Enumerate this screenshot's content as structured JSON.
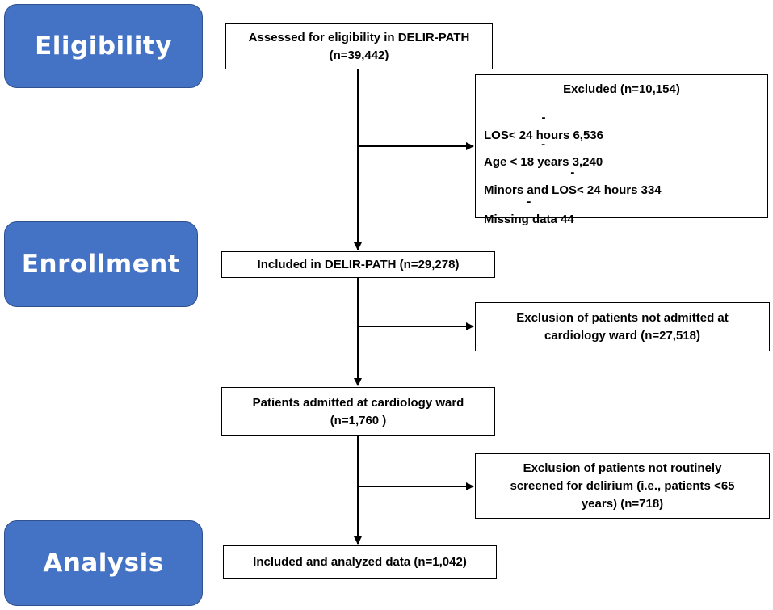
{
  "stages": {
    "eligibility": "Eligibility",
    "enrollment": "Enrollment",
    "analysis": "Analysis"
  },
  "boxes": {
    "assessed": {
      "line1": "Assessed for eligibility in DELIR-PATH",
      "line2": "(n=39,442)"
    },
    "excluded": {
      "title": "Excluded (n=10,154)",
      "items": [
        {
          "bullet": "-",
          "text": "LOS< 24 hours 6,536"
        },
        {
          "bullet": "-",
          "text": "Age < 18 years 3,240"
        },
        {
          "bullet": "-",
          "text": "Minors and LOS< 24 hours 334"
        },
        {
          "bullet": "-",
          "text": "Missing data 44"
        }
      ]
    },
    "included": {
      "line1": "Included in DELIR-PATH (n=29,278)"
    },
    "exclusion_cardiology": {
      "line1": "Exclusion of patients not admitted at",
      "line2": "cardiology ward (n=27,518)"
    },
    "admitted_cardiology": {
      "line1": "Patients admitted at cardiology ward",
      "line2": "(n=1,760 )"
    },
    "exclusion_screening": {
      "line1": "Exclusion of patients not routinely",
      "line2": "screened for delirium (i.e., patients <65",
      "line3": "years) (n=718)"
    },
    "analyzed": {
      "line1": "Included and analyzed data (n=1,042)"
    }
  },
  "colors": {
    "stage_fill": "#4472c4",
    "stage_border": "#2f528f",
    "stage_text": "#ffffff",
    "box_border": "#000000"
  }
}
